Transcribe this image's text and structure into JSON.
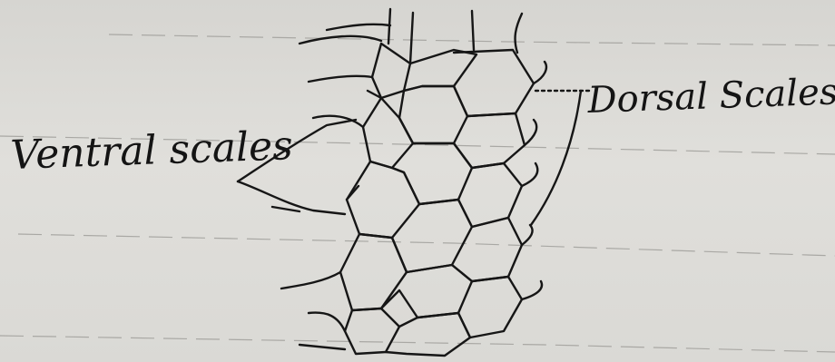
{
  "image": {
    "description_kind": "photo of a handwritten pencil/ink sketch on ruled notebook paper",
    "colors": {
      "paper": "#dcdbd7",
      "ink": "#161616",
      "rule_line": "#a9a8a4"
    }
  },
  "labels": {
    "ventral": "Ventral scales",
    "dorsal": "Dorsal Scales"
  }
}
